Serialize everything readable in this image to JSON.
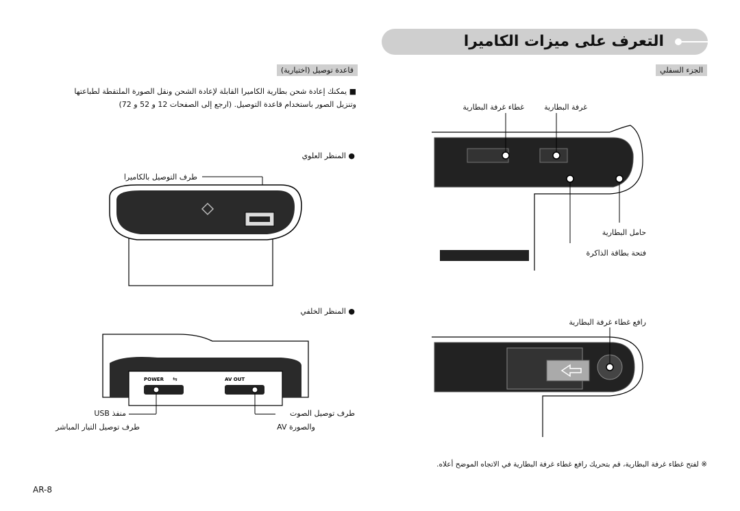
{
  "header": {
    "title": "التعرف على ميزات الكاميرا"
  },
  "left": {
    "section_label": "قاعدة توصيل (اختيارية)",
    "paragraph_line1": "يمكنك إعادة شحن بطارية الكاميرا القابلة لإعادة الشحن ونقل الصورة الملتقطة لطباعتها",
    "paragraph_line2": "وتنزيل الصور باستخدام قاعدة التوصيل. (ارجع إلى الصفحات 12 و 52 و 72)",
    "bullet_top": "المنظر العلوي",
    "label_camera_port": "طرف التوصيل بالكاميرا",
    "bullet_back": "المنظر الخلفي",
    "port_power": "POWER",
    "port_av": "AV OUT",
    "label_usb_line1": "منفذ USB",
    "label_usb_line2": "طرف توصيل التيار المباشر",
    "label_av_line1": "طرف توصيل الصوت",
    "label_av_line2": "والصورة AV"
  },
  "right": {
    "section_label": "الجزء السفلي",
    "label_battery_cover": "غطاء غرفة البطارية",
    "label_battery_chamber": "غرفة البطارية",
    "label_battery_holder": "حامل البطارية",
    "label_memory_slot": "فتحة بطاقة الذاكرة",
    "label_cover_lever": "رافع غطاء غرفة البطارية",
    "note": "※ لفتح غطاء غرفة البطارية، قم بتحريك رافع غطاء غرفة البطارية في الاتجاه الموضح أعلاه."
  },
  "footer": {
    "page_number": "AR-8"
  }
}
